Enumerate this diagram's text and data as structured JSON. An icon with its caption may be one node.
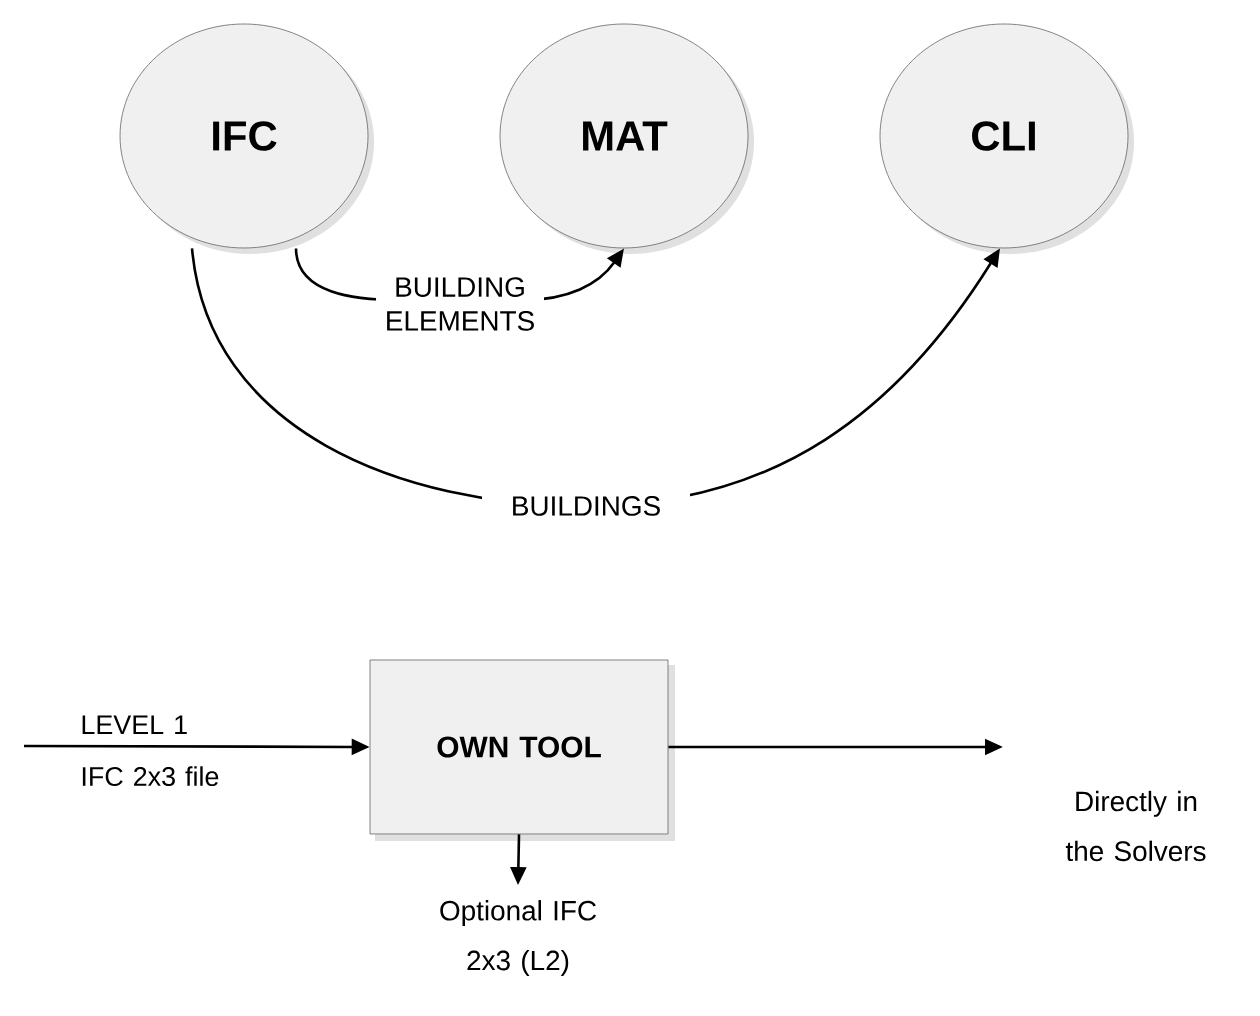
{
  "diagram": {
    "nodes": [
      {
        "text": [
          "IFC"
        ]
      },
      {
        "text": [
          "MAT"
        ]
      },
      {
        "text": [
          "CLI"
        ]
      },
      {
        "text": [
          "OWN TOOL"
        ]
      },
      {
        "text": [
          "Directly in the Solvers"
        ]
      },
      {
        "text": [
          "Optional IFC 2x3 (L2)"
        ]
      }
    ],
    "edges": [
      {
        "from": 0,
        "to": 1,
        "arrow": "to",
        "label": "BUILDING ELEMENTS"
      },
      {
        "from": 0,
        "to": 2,
        "arrow": "to",
        "label": "BUILDINGS"
      },
      {
        "from": null,
        "to": 3,
        "arrow": "to",
        "label": "LEVEL 1 IFC 2x3 file"
      },
      {
        "from": 3,
        "to": 4,
        "arrow": "to"
      },
      {
        "from": 3,
        "to": 5,
        "arrow": "to"
      }
    ]
  }
}
